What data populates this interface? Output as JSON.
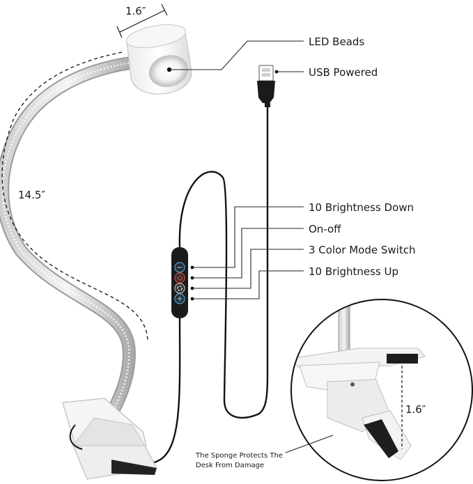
{
  "dimensions": {
    "head_width": "1.6″",
    "neck_length": "14.5″",
    "clip_opening": "1.6″"
  },
  "callouts": {
    "led_beads": "LED Beads",
    "usb_powered": "USB Powered",
    "brightness_down": "10 Brightness Down",
    "on_off": "On-off",
    "color_mode": "3 Color Mode Switch",
    "brightness_up": "10 Brightness Up"
  },
  "detail": {
    "sponge_line1": "The Sponge Protects The",
    "sponge_line2": "Desk From Damage"
  },
  "controller": {
    "buttons": [
      {
        "icon": "minus-icon",
        "color": "#4aa3df"
      },
      {
        "icon": "power-icon",
        "color": "#e0403a"
      },
      {
        "icon": "mode-icon",
        "color": "#ffffff"
      },
      {
        "icon": "plus-icon",
        "color": "#4aa3df"
      }
    ]
  }
}
